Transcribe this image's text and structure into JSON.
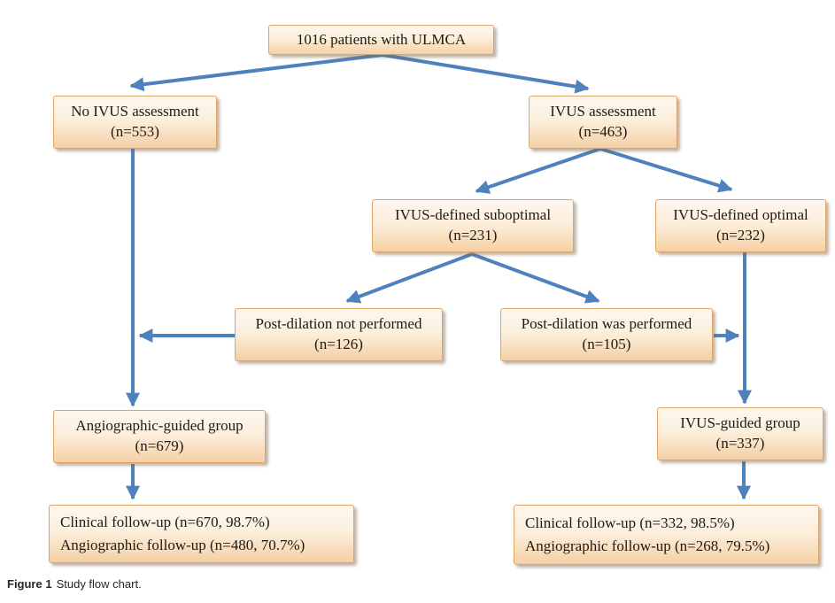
{
  "figure": {
    "label": "Figure 1",
    "caption": "Study flow chart."
  },
  "colors": {
    "arrow": "#4f81bd",
    "box_border": "#e2a366",
    "box_fill_top": "#fdf7ef",
    "box_fill_mid": "#fcefdd",
    "box_fill_bottom": "#f5d0a5",
    "text": "#1f1a12",
    "caption": "#262626"
  },
  "nodes": {
    "patients": {
      "line1": "1016 patients with ULMCA"
    },
    "no_ivus": {
      "line1": "No IVUS assessment",
      "line2": "(n=553)"
    },
    "ivus": {
      "line1": "IVUS assessment",
      "line2": "(n=463)"
    },
    "suboptimal": {
      "line1": "IVUS-defined suboptimal",
      "line2": "(n=231)"
    },
    "optimal": {
      "line1": "IVUS-defined optimal",
      "line2": "(n=232)"
    },
    "postdilation_not": {
      "line1": "Post-dilation not performed",
      "line2": "(n=126)"
    },
    "postdilation_was": {
      "line1": "Post-dilation was performed",
      "line2": "(n=105)"
    },
    "angio_group": {
      "line1": "Angiographic-guided group",
      "line2": "(n=679)"
    },
    "ivus_group": {
      "line1": "IVUS-guided group",
      "line2": "(n=337)"
    },
    "angio_followup": {
      "line1": "Clinical follow-up (n=670, 98.7%)",
      "line2": "Angiographic follow-up (n=480, 70.7%)"
    },
    "ivus_followup": {
      "line1": "Clinical follow-up (n=332, 98.5%)",
      "line2": "Angiographic follow-up (n=268, 79.5%)"
    }
  }
}
